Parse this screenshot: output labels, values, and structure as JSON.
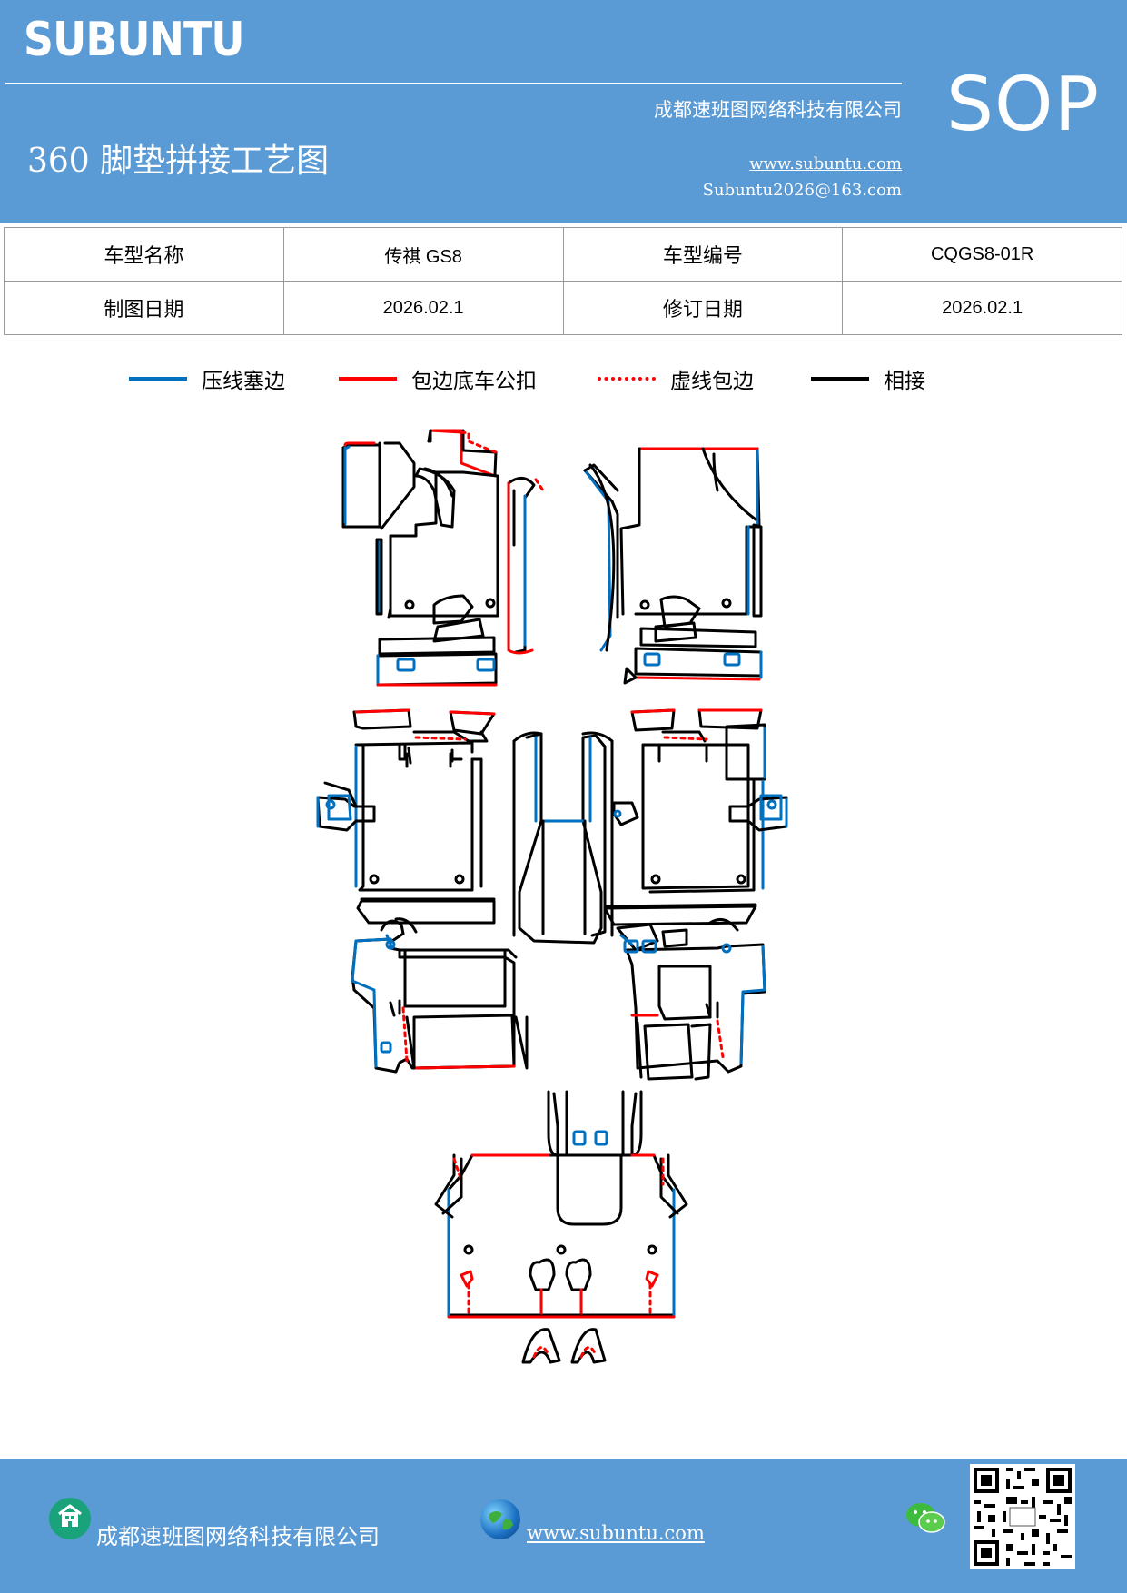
{
  "header": {
    "brand": "SUBUNTU",
    "company": "成都速班图网络科技有限公司",
    "title": "360 脚垫拼接工艺图",
    "website": "www.subuntu.com",
    "email": "Subuntu2026@163.com",
    "badge": "SOP",
    "bg_color": "#5b9bd5"
  },
  "info_table": {
    "row1": [
      "车型名称",
      "传祺 GS8",
      "车型编号",
      "CQGS8-01R"
    ],
    "row2": [
      "制图日期",
      "2026.02.1",
      "修订日期",
      "2026.02.1"
    ]
  },
  "legend": [
    {
      "label": "压线塞边",
      "color": "#0070c0",
      "style": "solid"
    },
    {
      "label": "包边底车公扣",
      "color": "#ff0000",
      "style": "solid"
    },
    {
      "label": "虚线包边",
      "color": "#ff0000",
      "style": "dotted"
    },
    {
      "label": "相接",
      "color": "#000000",
      "style": "solid"
    }
  ],
  "footer": {
    "company": "成都速班图网络科技有限公司",
    "website": "www.subuntu.com",
    "icons": [
      "home-icon",
      "globe-icon",
      "wechat-icon",
      "qr-code"
    ]
  }
}
